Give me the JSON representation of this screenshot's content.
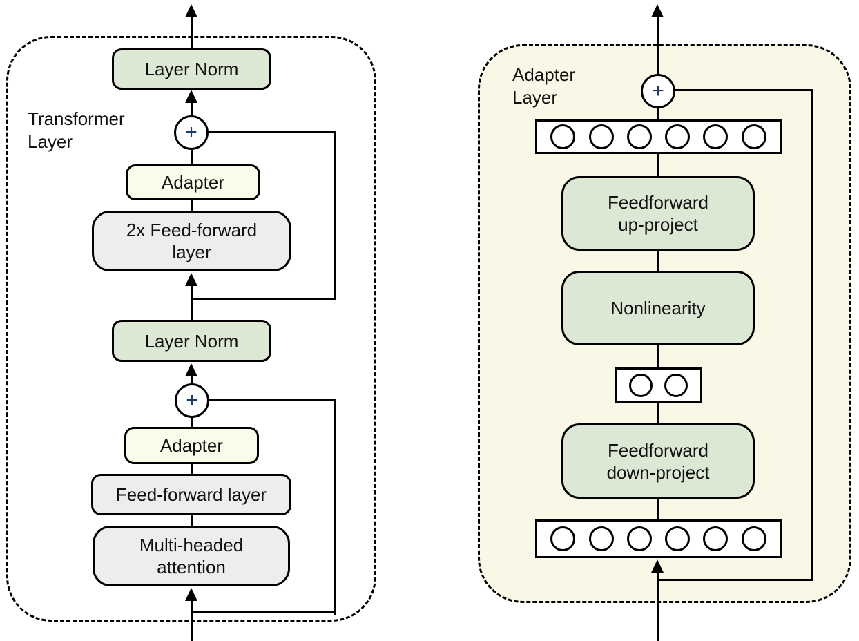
{
  "figure": {
    "type": "architecture-diagram",
    "colors": {
      "green_box": "#dce8d3",
      "gray_box": "#ededee",
      "pale_yellow_box": "#fbfbe9",
      "ivory_panel": "#f9f8e7",
      "line": "#000000",
      "text": "#111111",
      "plus_sign": "#1f3864"
    },
    "left_diagram": {
      "container_label": "Transformer\nLayer",
      "layer_norm_top": "Layer Norm",
      "plus_top": "+",
      "adapter_top": "Adapter",
      "feed_forward_2x": "2x Feed-forward\nlayer",
      "layer_norm_bottom": "Layer Norm",
      "plus_bottom": "+",
      "adapter_bottom": "Adapter",
      "feed_forward": "Feed-forward layer",
      "multi_headed_attention": "Multi-headed\nattention"
    },
    "right_diagram": {
      "container_label": "Adapter\nLayer",
      "plus": "+",
      "feedforward_up_project": "Feedforward\nup-project",
      "nonlinearity": "Nonlinearity",
      "feedforward_down_project": "Feedforward\ndown-project",
      "top_row_units": 6,
      "bottleneck_units": 2,
      "bottom_row_units": 6
    }
  }
}
